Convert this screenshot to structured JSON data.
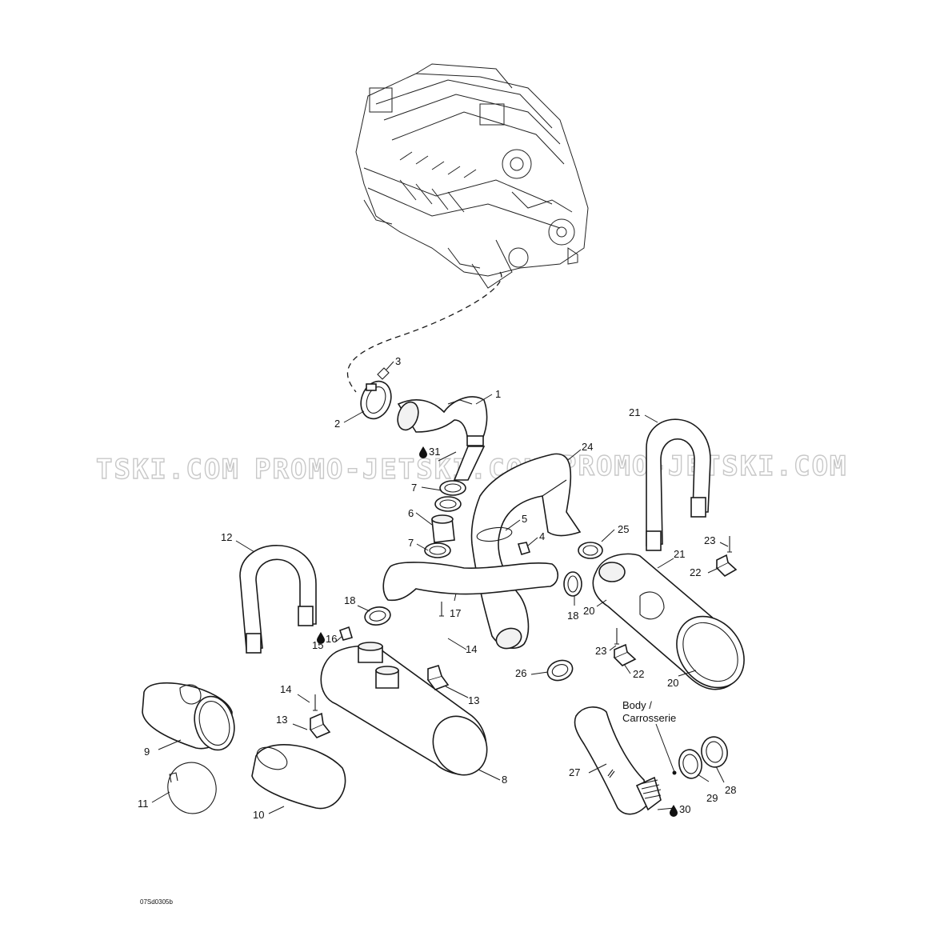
{
  "watermark": {
    "text_left": "TSKI.COM",
    "text_mid": "PROMO-JETSKI.COM",
    "text_right": "PROMO-JETSKI.COM",
    "color": "#c8c8c8"
  },
  "reference_code": "07Sd0305b",
  "note": {
    "line1": "Body /",
    "line2": "Carrosserie"
  },
  "callouts": {
    "c1": "1",
    "c2": "2",
    "c3": "3",
    "c4": "4",
    "c5": "5",
    "c6": "6",
    "c7a": "7",
    "c7b": "7",
    "c8": "8",
    "c9": "9",
    "c10": "10",
    "c11": "11",
    "c12": "12",
    "c13a": "13",
    "c13b": "13",
    "c14a": "14",
    "c14b": "14",
    "c15": "15",
    "c16": "16",
    "c17": "17",
    "c18a": "18",
    "c18b": "18",
    "c20a": "20",
    "c20b": "20",
    "c21a": "21",
    "c21b": "21",
    "c22a": "22",
    "c22b": "22",
    "c23a": "23",
    "c23b": "23",
    "c24": "24",
    "c25": "25",
    "c26": "26",
    "c27": "27",
    "c28": "28",
    "c29": "29",
    "c30": "30",
    "c31": "31"
  },
  "icons": {
    "sealant": "drop-icon"
  }
}
